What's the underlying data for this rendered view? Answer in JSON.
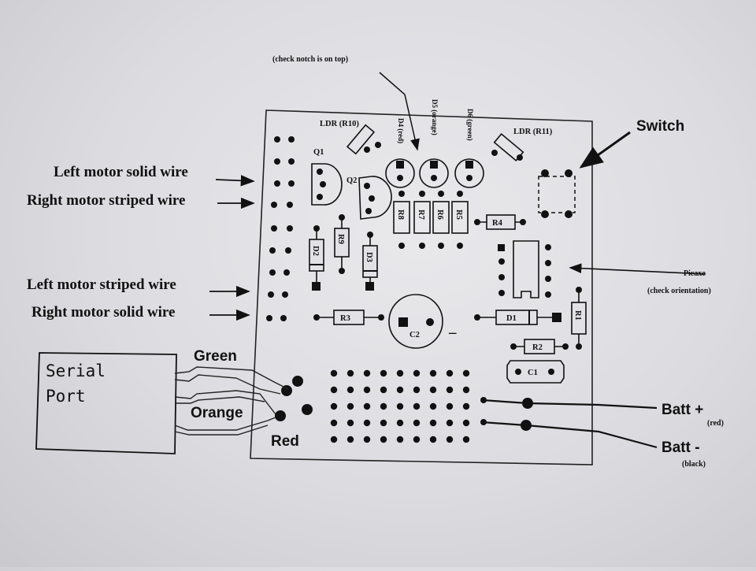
{
  "labels": {
    "check_notch": "(check notch is on top)",
    "ldr_r10": "LDR (R10)",
    "ldr_r11": "LDR (R11)",
    "d4": "D4 (red)",
    "d5": "D5 (orange)",
    "d6": "D6 (green)",
    "switch": "Switch",
    "left_motor_solid": "Left motor solid wire",
    "right_motor_striped": "Right motor striped wire",
    "left_motor_striped": "Left motor striped wire",
    "right_motor_solid": "Right motor solid wire",
    "picaxe": "Picaxe",
    "check_orientation": "(check orientation)",
    "serial_port_line1": "Serial",
    "serial_port_line2": "Port",
    "wire_green": "Green",
    "wire_orange": "Orange",
    "wire_red": "Red",
    "batt_plus": "Batt +",
    "batt_plus_color": "(red)",
    "batt_minus": "Batt -",
    "batt_minus_color": "(black)"
  },
  "components": {
    "q1": "Q1",
    "q2": "Q2",
    "r1": "R1",
    "r2": "R2",
    "r3": "R3",
    "r4": "R4",
    "r5": "R5",
    "r6": "R6",
    "r7": "R7",
    "r8": "R8",
    "r9": "R9",
    "d1": "D1",
    "d2": "D2",
    "d3": "D3",
    "c1": "C1",
    "c2": "C2",
    "c2_minus": "–"
  }
}
